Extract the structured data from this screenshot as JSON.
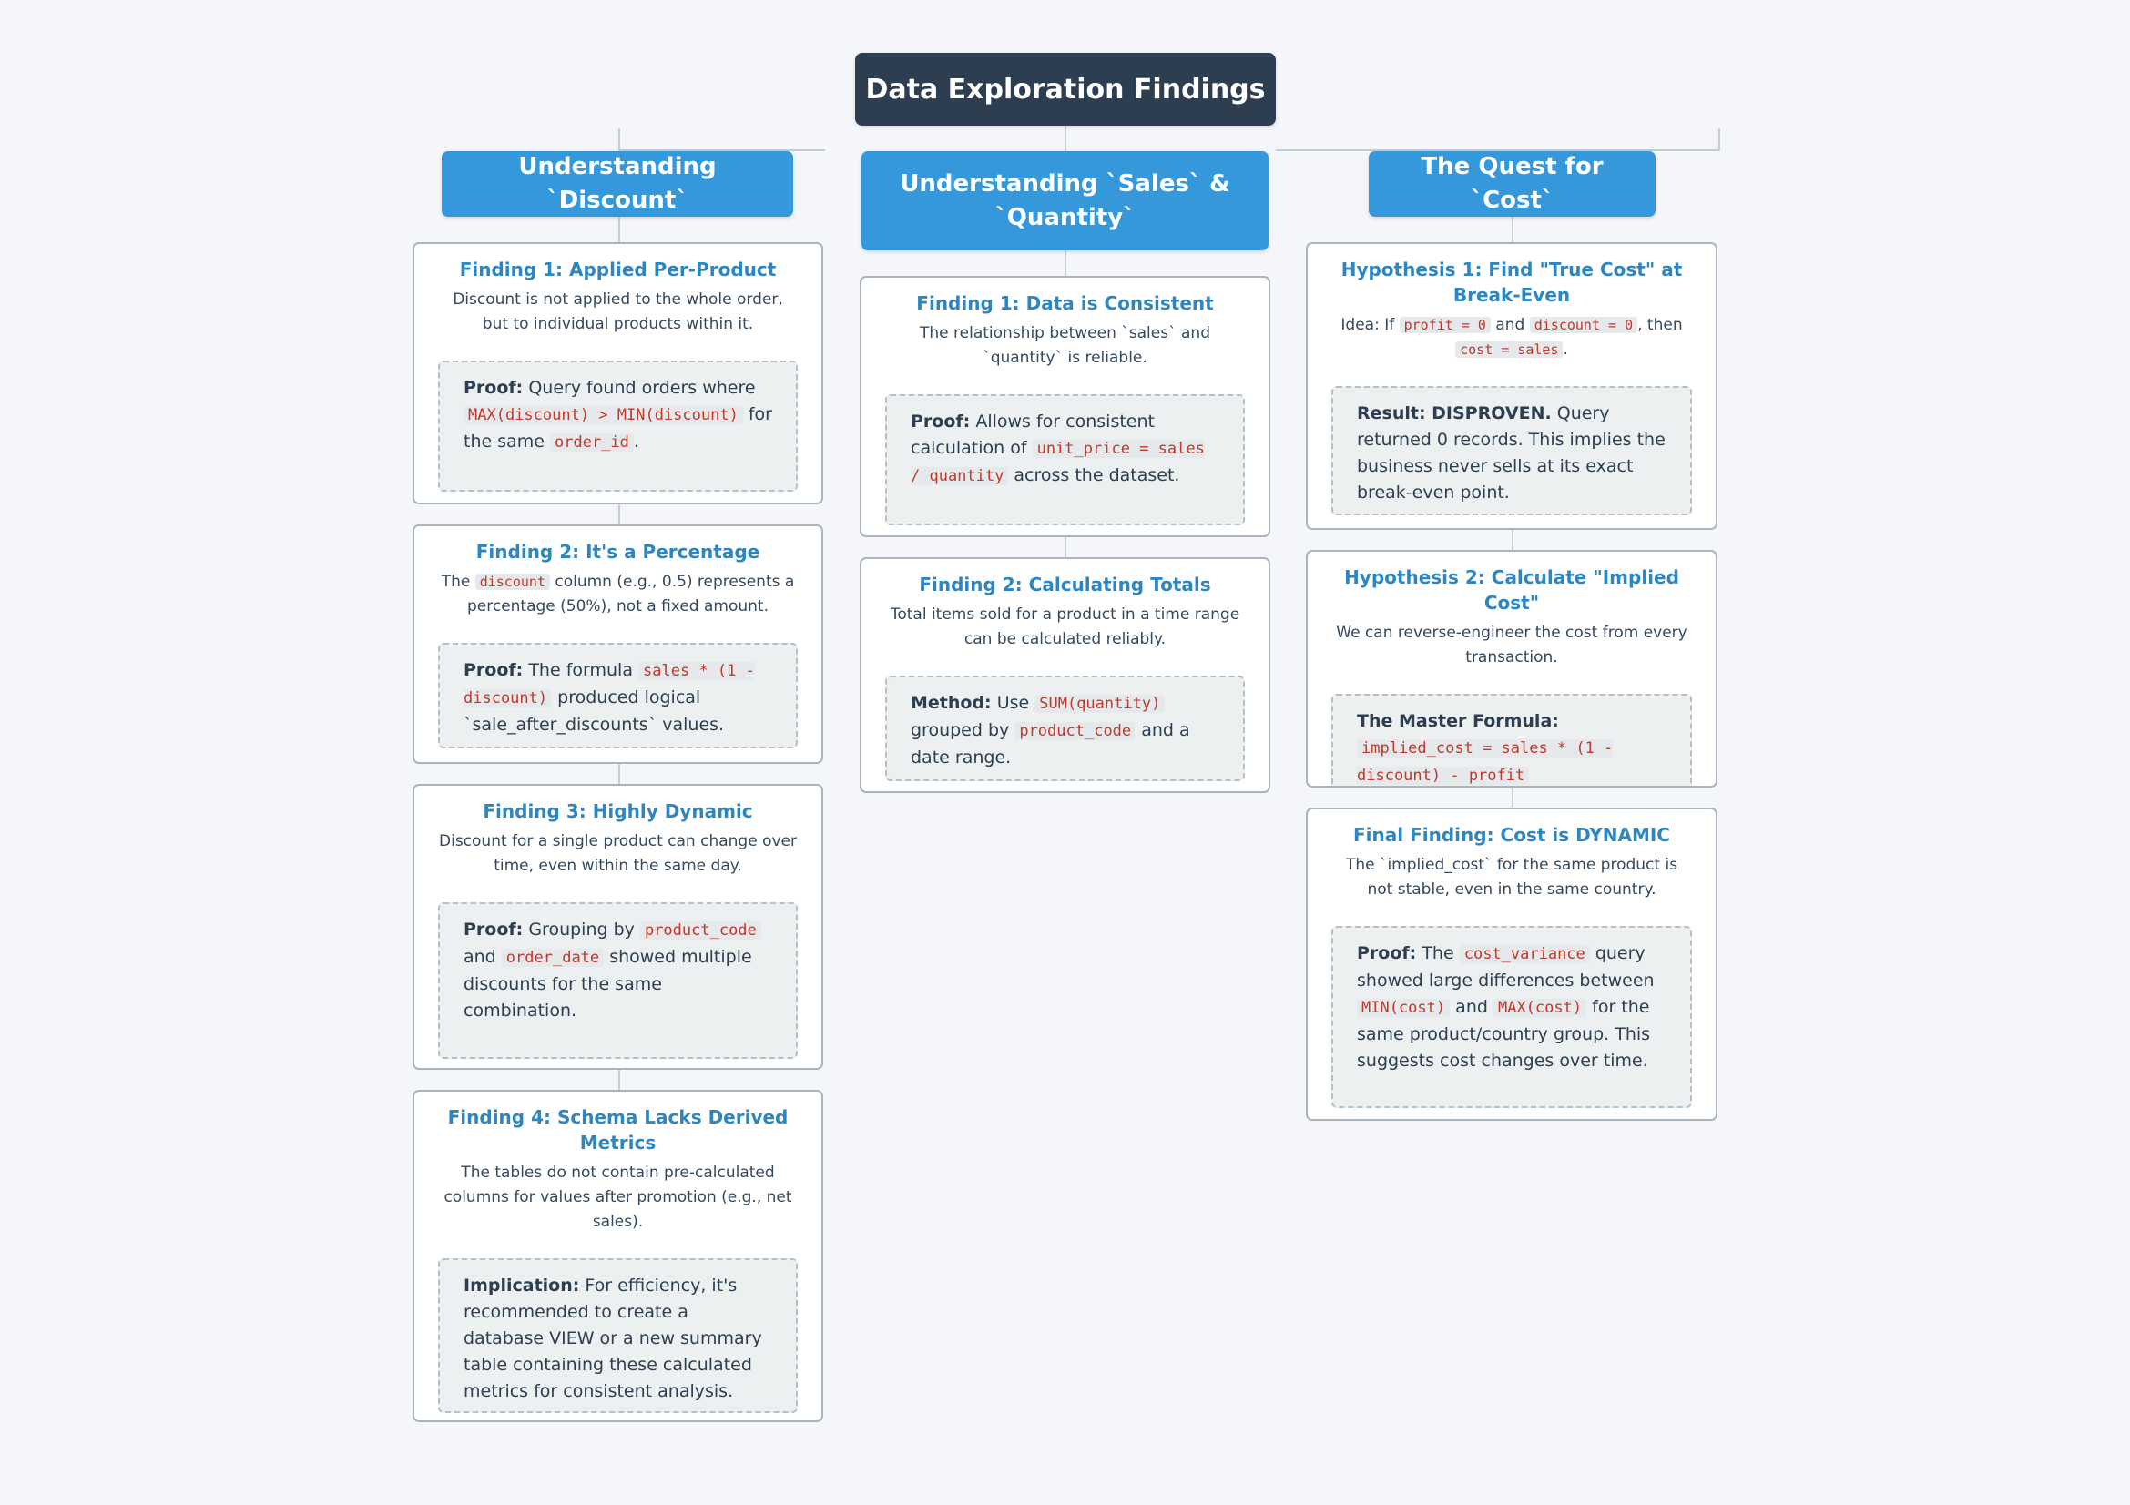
{
  "title": "Data Exploration Findings",
  "columns": {
    "discount": {
      "header": "Understanding `Discount`",
      "cards": [
        {
          "title": "Finding 1: Applied Per-Product",
          "desc": "Discount is not applied to the whole order, but to individual products within it.",
          "proof_label": "Proof:",
          "proof_text_1": "Query found orders where",
          "proof_code_1": "MAX(discount) > MIN(discount)",
          "proof_text_2": "for the same",
          "proof_code_2": "order_id",
          "proof_text_3": "."
        },
        {
          "title": "Finding 2: It's a Percentage",
          "desc_1": "The",
          "desc_code": "discount",
          "desc_2": "column (e.g., 0.5) represents a percentage (50%), not a fixed amount.",
          "proof_label": "Proof:",
          "proof_text_1": "The formula",
          "proof_code_1": "sales * (1 - discount)",
          "proof_text_2": "produced logical `sale_after_discounts` values."
        },
        {
          "title": "Finding 3: Highly Dynamic",
          "desc": "Discount for a single product can change over time, even within the same day.",
          "proof_label": "Proof:",
          "proof_text_1": "Grouping by",
          "proof_code_1": "product_code",
          "proof_text_2": "and",
          "proof_code_2": "order_date",
          "proof_text_3": "showed multiple discounts for the same combination."
        },
        {
          "title": "Finding 4: Schema Lacks Derived Metrics",
          "desc": "The tables do not contain pre-calculated columns for values after promotion (e.g., net sales).",
          "proof_label": "Implication:",
          "proof_text_1": "For efficiency, it's recommended to create a database VIEW or a new summary table containing these calculated metrics for consistent analysis."
        }
      ]
    },
    "sales": {
      "header": "Understanding `Sales` & `Quantity`",
      "cards": [
        {
          "title": "Finding 1: Data is Consistent",
          "desc": "The relationship between `sales` and `quantity` is reliable.",
          "proof_label": "Proof:",
          "proof_text_1": "Allows for consistent calculation of",
          "proof_code_1": "unit_price = sales / quantity",
          "proof_text_2": "across the dataset."
        },
        {
          "title": "Finding 2: Calculating Totals",
          "desc": "Total items sold for a product in a time range can be calculated reliably.",
          "proof_label": "Method:",
          "proof_text_1": "Use",
          "proof_code_1": "SUM(quantity)",
          "proof_text_2": "grouped by",
          "proof_code_2": "product_code",
          "proof_text_3": "and a date range."
        }
      ]
    },
    "cost": {
      "header": "The Quest for `Cost`",
      "cards": [
        {
          "title": "Hypothesis 1: Find \"True Cost\" at Break-Even",
          "desc_1": "Idea: If",
          "desc_code_1": "profit = 0",
          "desc_2": "and",
          "desc_code_2": "discount = 0",
          "desc_3": ", then",
          "desc_code_3": "cost = sales",
          "desc_4": ".",
          "proof_label": "Result: DISPROVEN.",
          "proof_text_1": "Query returned 0 records. This implies the business never sells at its exact break-even point."
        },
        {
          "title": "Hypothesis 2: Calculate \"Implied Cost\"",
          "desc": "We can reverse-engineer the cost from every transaction.",
          "proof_label": "The Master Formula:",
          "proof_code_1": "implied_cost = sales * (1 - discount) - profit"
        },
        {
          "title": "Final Finding: Cost is DYNAMIC",
          "desc": "The `implied_cost` for the same product is not stable, even in the same country.",
          "proof_label": "Proof:",
          "proof_text_1": "The",
          "proof_code_1": "cost_variance",
          "proof_text_2": "query showed large differences between",
          "proof_code_2": "MIN(cost)",
          "proof_text_3": "and",
          "proof_code_3": "MAX(cost)",
          "proof_text_4": "for the same product/country group. This suggests cost changes over time."
        }
      ]
    }
  }
}
